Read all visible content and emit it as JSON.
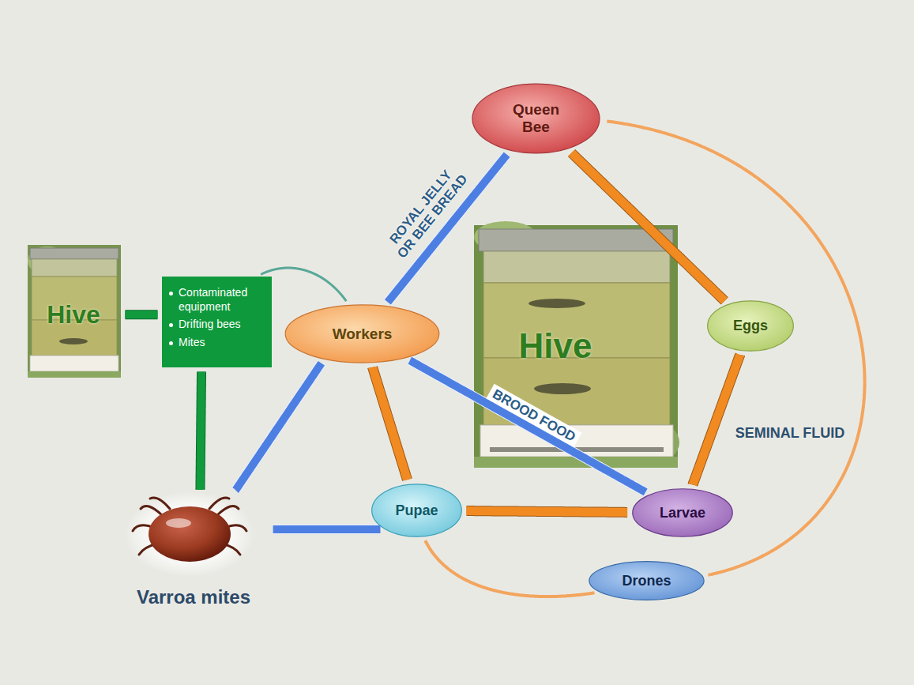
{
  "diagram": {
    "nodes": [
      {
        "text": [
          "Queen Bee"
        ]
      },
      {
        "text": [
          "Hive"
        ]
      },
      {
        "text": [
          "Contaminated equipment",
          "Drifting bees",
          "Mites"
        ]
      },
      {
        "text": [
          "Workers"
        ]
      },
      {
        "text": [
          "Hive"
        ]
      },
      {
        "text": [
          "Eggs"
        ]
      },
      {
        "text": [
          "Larvae"
        ]
      },
      {
        "text": [
          "Pupae"
        ]
      },
      {
        "text": [
          "Drones"
        ]
      },
      {
        "text": [
          "Varroa mites"
        ]
      }
    ],
    "edges": [
      {
        "from": 3,
        "to": 0,
        "label": "ROYAL JELLY OR BEE BREAD",
        "arrow": "to"
      },
      {
        "from": 0,
        "to": 5,
        "arrow": "to"
      },
      {
        "from": 5,
        "to": 6,
        "arrow": "to"
      },
      {
        "from": 6,
        "to": 7,
        "arrow": "to"
      },
      {
        "from": 7,
        "to": 3,
        "arrow": "to"
      },
      {
        "from": 3,
        "to": 6,
        "label": "BROOD FOOD",
        "arrow": "to"
      },
      {
        "from": 7,
        "to": 8,
        "arrow": "to"
      },
      {
        "from": 8,
        "to": 0,
        "label": "SEMINAL FLUID",
        "arrow": "to"
      },
      {
        "from": 3,
        "to": 2,
        "arrow": "to"
      },
      {
        "from": 2,
        "to": 1,
        "arrow": "to"
      },
      {
        "from": 9,
        "to": 2,
        "arrow": "to"
      },
      {
        "from": 9,
        "to": 3,
        "arrow": "to"
      },
      {
        "from": 9,
        "to": 7,
        "arrow": "both"
      }
    ]
  }
}
